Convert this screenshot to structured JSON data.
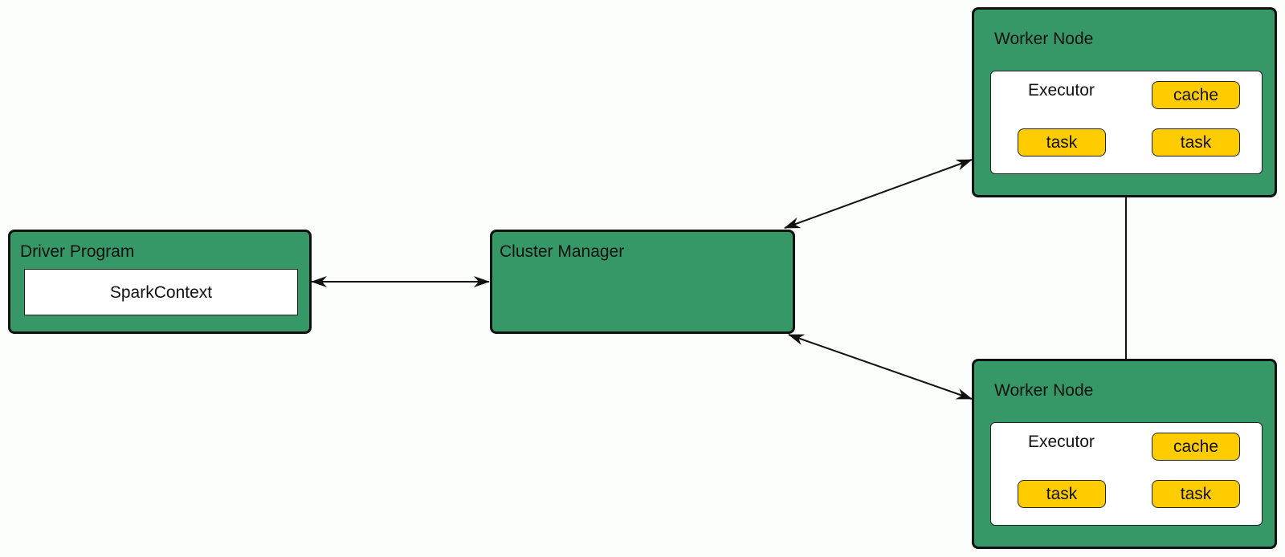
{
  "colors": {
    "background": "#fcfefc",
    "node_fill": "#369866",
    "panel_fill": "#ffffff",
    "chip_fill": "#ffcc00",
    "outline": "#111111"
  },
  "driver": {
    "title": "Driver Program",
    "context_label": "SparkContext"
  },
  "cluster_manager": {
    "title": "Cluster Manager"
  },
  "workers": [
    {
      "title": "Worker Node",
      "executor": {
        "label": "Executor",
        "cache_label": "cache",
        "tasks": [
          "task",
          "task"
        ]
      }
    },
    {
      "title": "Worker Node",
      "executor": {
        "label": "Executor",
        "cache_label": "cache",
        "tasks": [
          "task",
          "task"
        ]
      }
    }
  ],
  "connections": [
    {
      "from": "driver-program",
      "to": "cluster-manager",
      "bidirectional": true
    },
    {
      "from": "cluster-manager",
      "to": "worker-node-1",
      "bidirectional": true
    },
    {
      "from": "cluster-manager",
      "to": "worker-node-2",
      "bidirectional": true
    },
    {
      "from": "worker-node-1",
      "to": "worker-node-2",
      "bidirectional": true
    }
  ]
}
